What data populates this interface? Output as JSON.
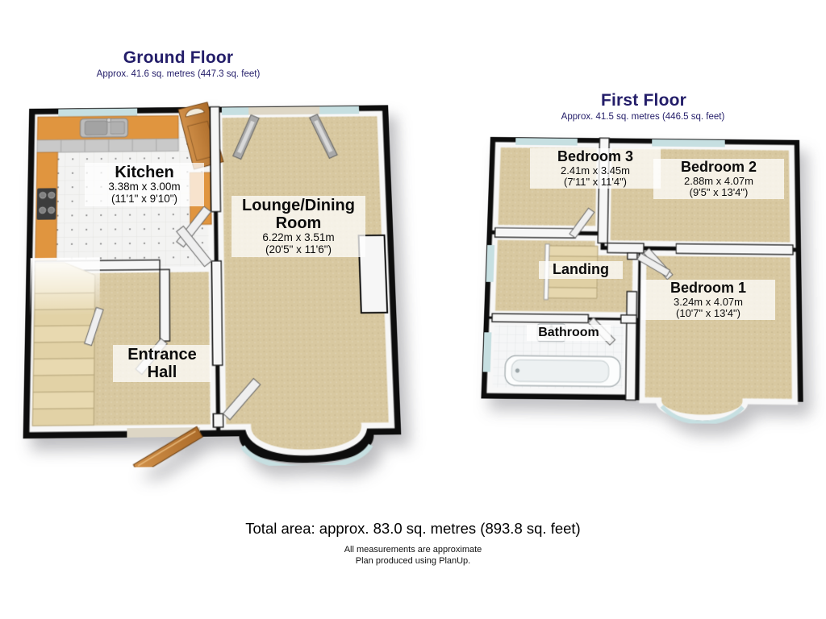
{
  "colors": {
    "title_navy": "#231d69",
    "carpet": "#d8c8a0",
    "counter_orange": "#e0953f",
    "wall_black": "#0d0d0d",
    "window_glass": "#c6dfe1"
  },
  "ground_floor": {
    "title": "Ground Floor",
    "area": "Approx. 41.6 sq. metres (447.3 sq. feet)",
    "rooms": {
      "kitchen": {
        "name": "Kitchen",
        "metric": "3.38m x 3.00m",
        "imperial": "(11'1\" x 9'10\")"
      },
      "lounge": {
        "name": "Lounge/Dining Room",
        "metric": "6.22m x 3.51m",
        "imperial": "(20'5\" x 11'6\")"
      },
      "entrance_hall": {
        "name": "Entrance Hall"
      }
    }
  },
  "first_floor": {
    "title": "First Floor",
    "area": "Approx. 41.5 sq. metres (446.5 sq. feet)",
    "rooms": {
      "bedroom3": {
        "name": "Bedroom 3",
        "metric": "2.41m x 3.45m",
        "imperial": "(7'11\" x 11'4\")"
      },
      "bedroom2": {
        "name": "Bedroom 2",
        "metric": "2.88m x 4.07m",
        "imperial": "(9'5\" x 13'4\")"
      },
      "bedroom1": {
        "name": "Bedroom 1",
        "metric": "3.24m x 4.07m",
        "imperial": "(10'7\" x 13'4\")"
      },
      "landing": {
        "name": "Landing"
      },
      "bathroom": {
        "name": "Bathroom"
      }
    }
  },
  "footer": {
    "total": "Total area: approx. 83.0 sq. metres (893.8 sq. feet)",
    "note1": "All measurements are approximate",
    "note2": "Plan produced using PlanUp."
  }
}
